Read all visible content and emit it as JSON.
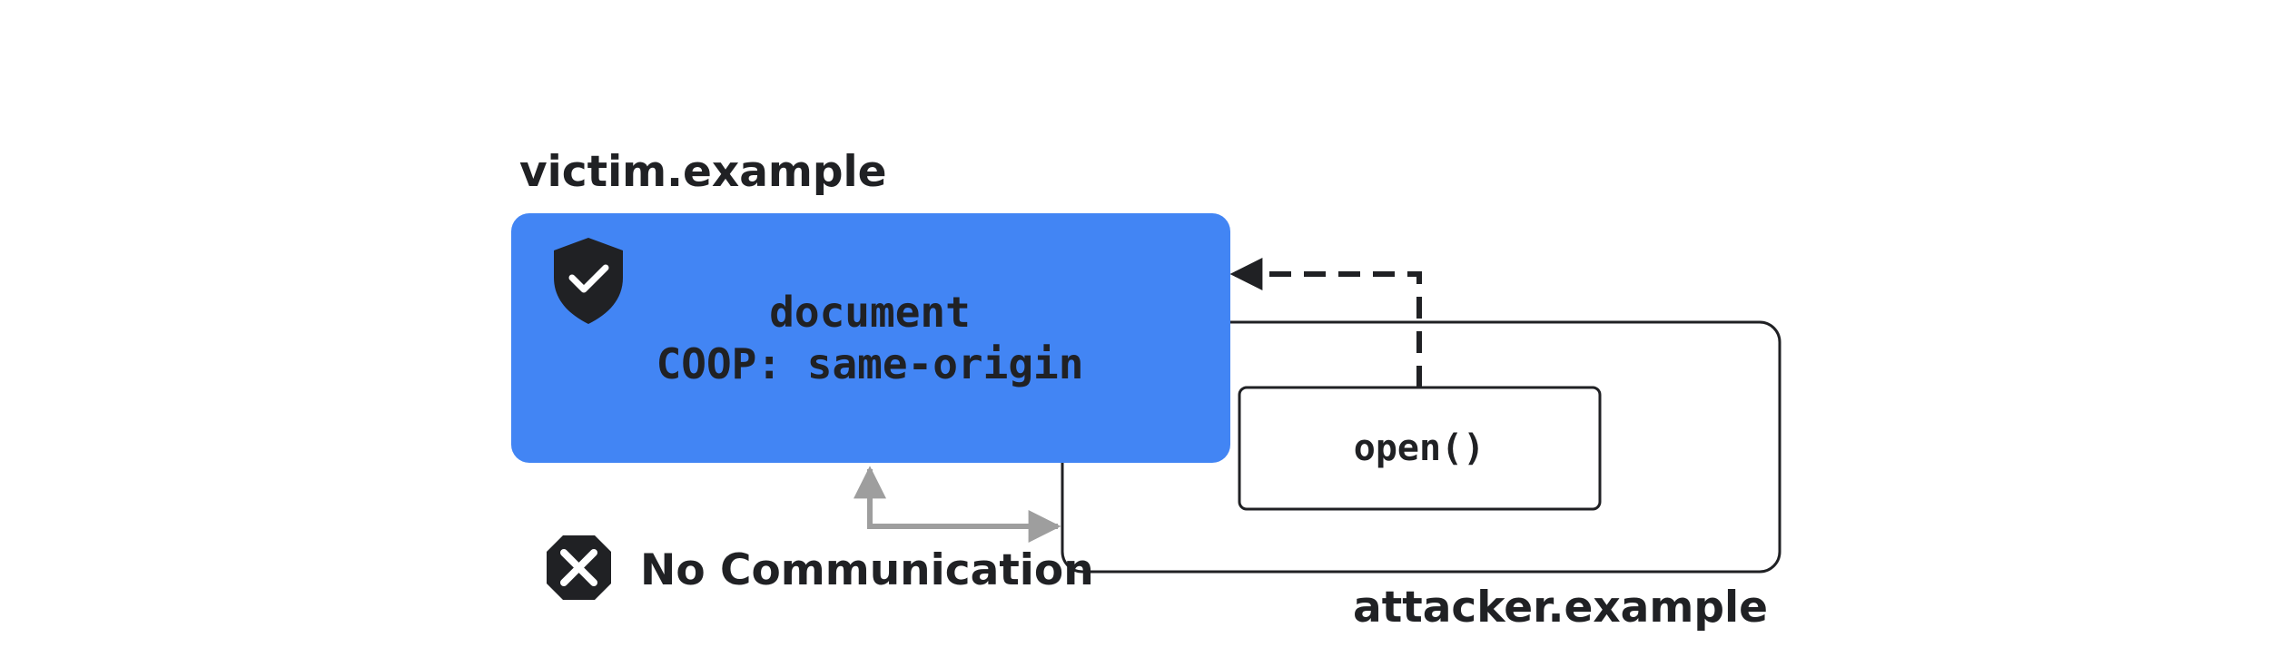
{
  "victim": {
    "origin_label": "victim.example",
    "document_label": "document",
    "coop_label": "COOP: same-origin"
  },
  "attacker": {
    "origin_label": "attacker.example",
    "open_label": "open()"
  },
  "status": {
    "no_communication_label": "No Communication"
  },
  "icons": {
    "shield": "shield-check-icon",
    "blocked": "x-octagon-icon"
  },
  "colors": {
    "victim_fill": "#4285F4",
    "text": "#202124",
    "connector_gray": "#9E9E9E",
    "border": "#202124"
  }
}
